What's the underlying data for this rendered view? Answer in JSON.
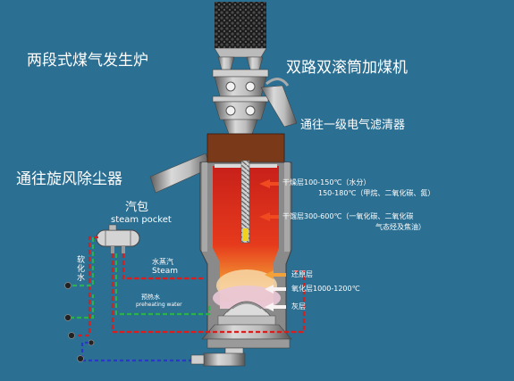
{
  "title": "两段式煤气发生炉",
  "labels": {
    "feeder": "双路双滚筒加煤机",
    "filter": "通往一级电气滤清器",
    "cyclone": "通往旋风除尘器",
    "drum_cn": "汽包",
    "drum_en": "steam pocket",
    "soft_water": "软化水",
    "steam_cn": "水蒸汽",
    "steam_en": "Steam",
    "preheat_cn": "预热水",
    "preheat_en": "preheating water",
    "layer_dry": "干燥层100-150℃（水分）",
    "layer_dry2": "150-180℃（甲烷、二氧化碳、氮）",
    "layer_dist": "干馏层300-600℃（一氧化碳、二氧化碳",
    "layer_dist2": "气态烃及焦油）",
    "layer_reduce": "还原层",
    "layer_oxid": "氧化层1000-1200℃",
    "layer_ash": "灰层"
  },
  "colors": {
    "background": "#2b6f92",
    "furnace_shell": "#8a8a8a",
    "brick": "#7a3a1a",
    "flame": "#e8321a",
    "hot_glow": "#f4a13a",
    "pointer": "#f04a20",
    "pipe_red": "#d62020",
    "pipe_green": "#2bb24c",
    "pipe_blue": "#2a38c8"
  }
}
